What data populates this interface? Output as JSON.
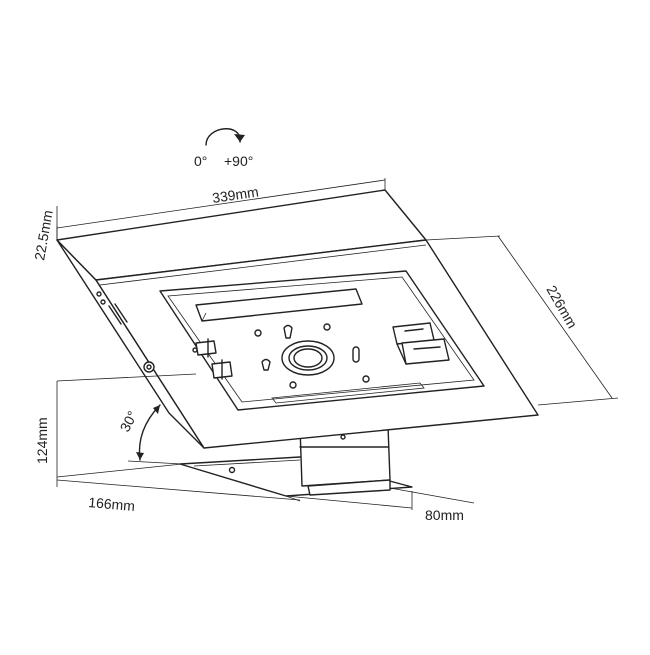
{
  "rotation": {
    "start_label": "0°",
    "end_label": "+90°"
  },
  "dimensions": {
    "width": "339mm",
    "height": "226mm",
    "depth": "22.5mm",
    "stand_height": "124mm",
    "base_length": "166mm",
    "base_width": "80mm",
    "tilt_angle": "30°"
  },
  "colors": {
    "line": "#222222",
    "background": "#ffffff"
  }
}
